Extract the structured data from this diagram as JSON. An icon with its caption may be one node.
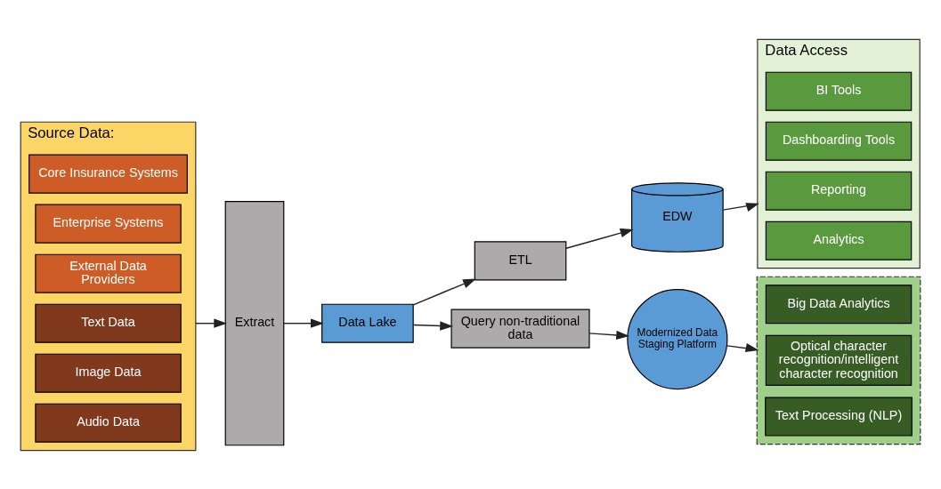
{
  "diagram": {
    "nodes": [
      {
        "text": [
          "Source Data:"
        ]
      },
      {
        "text": [
          "Core Insurance Systems"
        ],
        "in": 0
      },
      {
        "text": [
          "Enterprise Systems"
        ],
        "in": 0
      },
      {
        "text": [
          "External Data Providers"
        ],
        "in": 0
      },
      {
        "text": [
          "Text Data"
        ],
        "in": 0
      },
      {
        "text": [
          "Image Data"
        ],
        "in": 0
      },
      {
        "text": [
          "Audio Data"
        ],
        "in": 0
      },
      {
        "text": [
          "Extract"
        ]
      },
      {
        "text": [
          "Data Lake"
        ]
      },
      {
        "text": [
          "ETL"
        ]
      },
      {
        "text": [
          "Query non-traditional data"
        ]
      },
      {
        "text": [
          "EDW"
        ]
      },
      {
        "text": [
          "Modernized Data Staging Platform"
        ]
      },
      {
        "text": [
          "Data Access"
        ]
      },
      {
        "text": [
          "BI Tools"
        ],
        "in": 13
      },
      {
        "text": [
          "Dashboarding Tools"
        ],
        "in": 13
      },
      {
        "text": [
          "Reporting"
        ],
        "in": 13
      },
      {
        "text": [
          "Analytics"
        ],
        "in": 13
      },
      {
        "text": [],
        "shape": "box"
      },
      {
        "text": [
          "Big Data Analytics"
        ],
        "in": 18
      },
      {
        "text": [
          "Optical character recognition/intelligent character recognition"
        ],
        "in": 18
      },
      {
        "text": [
          "Text Processing (NLP)"
        ],
        "in": 18
      }
    ],
    "edges": [
      {
        "from": 0,
        "to": 7,
        "arrow": "to"
      },
      {
        "from": 7,
        "to": 8,
        "arrow": "to"
      },
      {
        "from": 8,
        "to": 9,
        "arrow": "to"
      },
      {
        "from": 8,
        "to": 10,
        "arrow": "to"
      },
      {
        "from": 9,
        "to": 11,
        "arrow": "to"
      },
      {
        "from": 10,
        "to": 12,
        "arrow": "to"
      },
      {
        "from": 11,
        "to": 13,
        "arrow": "to"
      },
      {
        "from": 12,
        "to": 18,
        "arrow": "to"
      }
    ]
  }
}
